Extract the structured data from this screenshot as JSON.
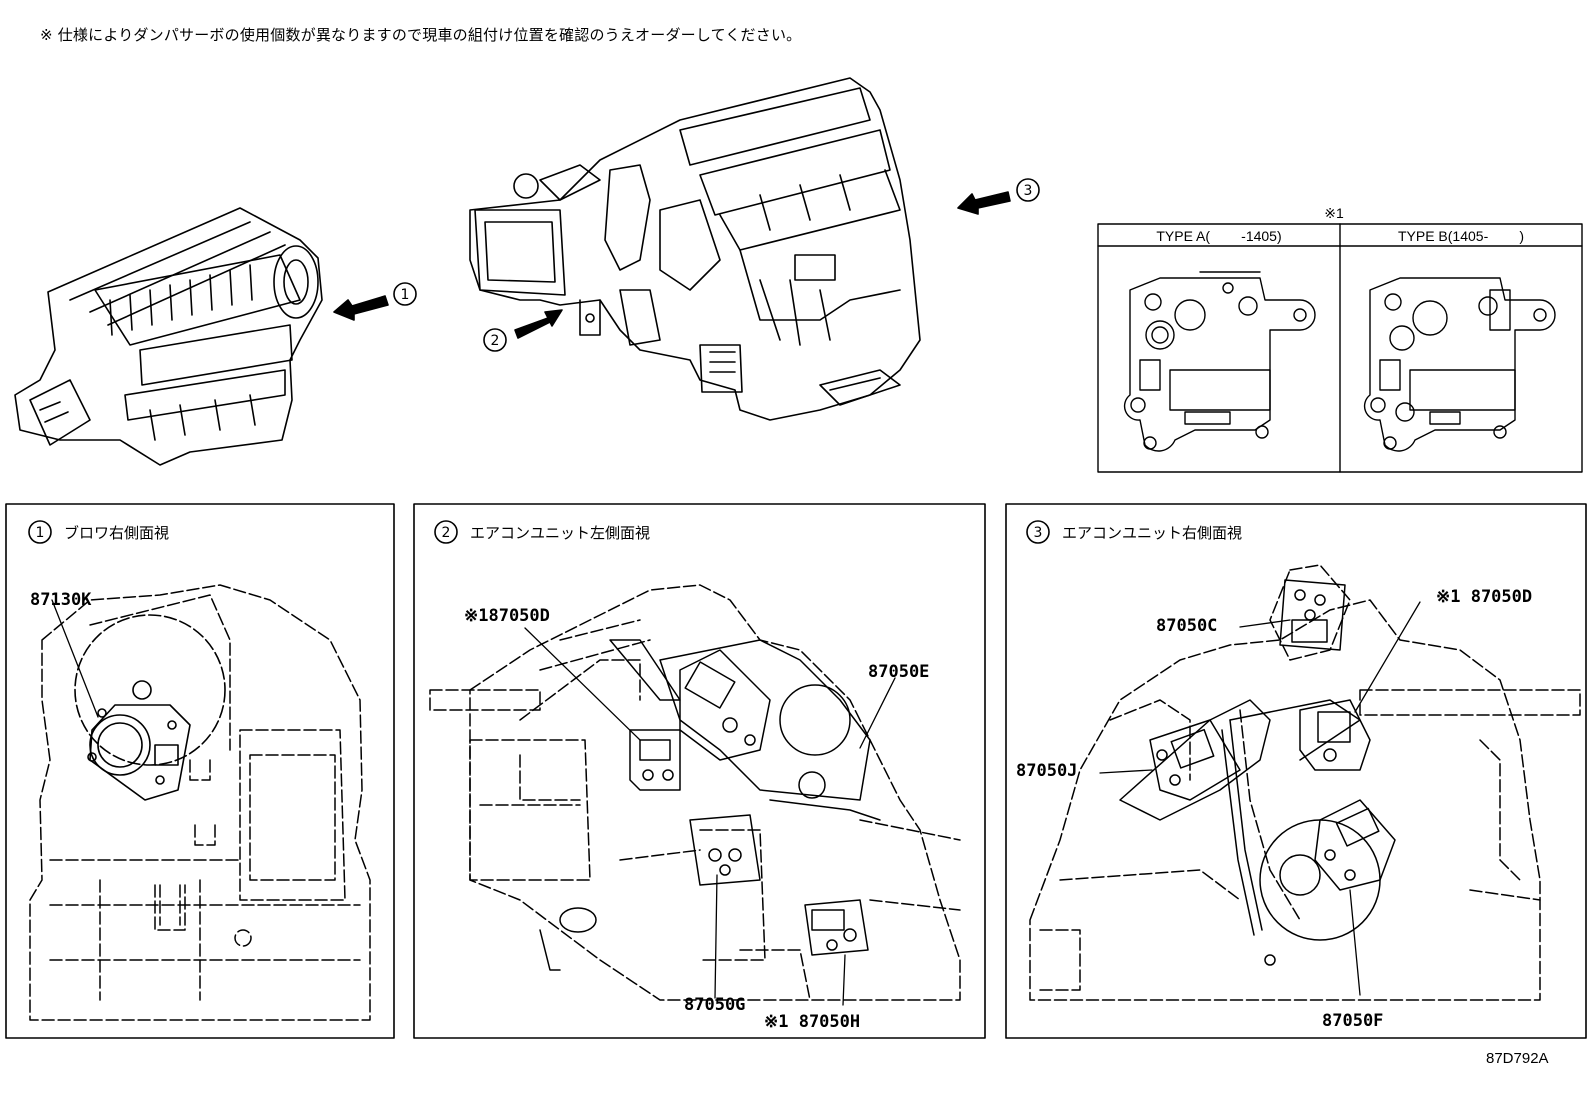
{
  "note": "※  仕様によりダンパサーボの使用個数が異なりますので現車の組付け位置を確認のうえオーダーしてください。",
  "figure_code": "87D792A",
  "arrows": {
    "one": "1",
    "two": "2",
    "three": "3"
  },
  "type_table": {
    "mark": "※1",
    "type_a": "TYPE A(        -1405)",
    "type_b": "TYPE B(1405-        )"
  },
  "panels": [
    {
      "number": "1",
      "title": "ブロワ右側面視",
      "parts": [
        {
          "label": "87130K"
        }
      ]
    },
    {
      "number": "2",
      "title": "エアコンユニット左側面視",
      "parts": [
        {
          "label": "※187050D"
        },
        {
          "label": "87050E"
        },
        {
          "label": "87050G"
        },
        {
          "label": "※1 87050H"
        }
      ]
    },
    {
      "number": "3",
      "title": "エアコンユニット右側面視",
      "parts": [
        {
          "label": "87050C"
        },
        {
          "label": "※1 87050D"
        },
        {
          "label": "87050J"
        },
        {
          "label": "87050F"
        }
      ]
    }
  ],
  "colors": {
    "line": "#000000",
    "background": "#ffffff"
  }
}
